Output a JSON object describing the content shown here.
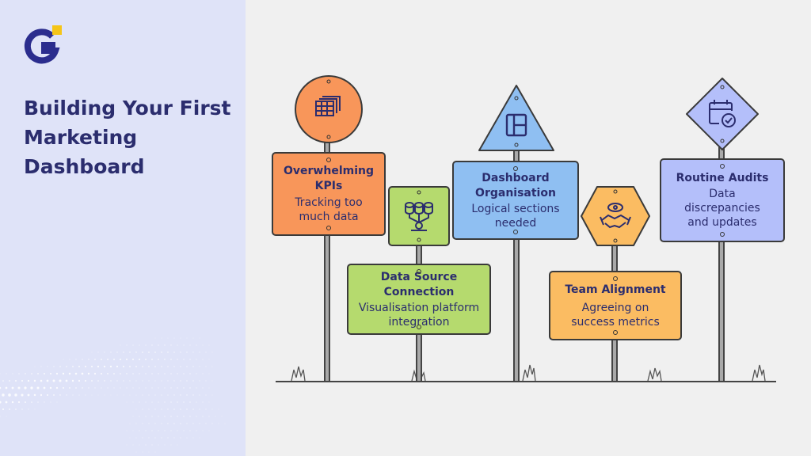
{
  "page": {
    "title": "Building Your First Marketing Dashboard"
  },
  "colors": {
    "left_panel": "#dfe3f8",
    "title": "#2b2d6e",
    "logo_blue": "#2b2d8e",
    "logo_yellow": "#f5c518",
    "orange": "#f8965a",
    "green": "#b5da6e",
    "blue": "#8fbff2",
    "peach": "#fbbc62",
    "lavender": "#b4bffa"
  },
  "signs": [
    {
      "id": "kpis",
      "title": "Overwhelming KPIs",
      "description": "Tracking too much data",
      "icon": "spreadsheet-icon",
      "shape": "circle"
    },
    {
      "id": "data-source",
      "title": "Data Source Connection",
      "description": "Visualisation platform integration",
      "icon": "database-connection-icon",
      "shape": "square"
    },
    {
      "id": "organisation",
      "title": "Dashboard Organisation",
      "description": "Logical sections needed",
      "icon": "layout-icon",
      "shape": "triangle"
    },
    {
      "id": "team",
      "title": "Team Alignment",
      "description": "Agreeing on success metrics",
      "icon": "handshake-icon",
      "shape": "hexagon"
    },
    {
      "id": "audits",
      "title": "Routine Audits",
      "description": "Data discrepancies and updates",
      "icon": "calendar-check-icon",
      "shape": "diamond"
    }
  ]
}
